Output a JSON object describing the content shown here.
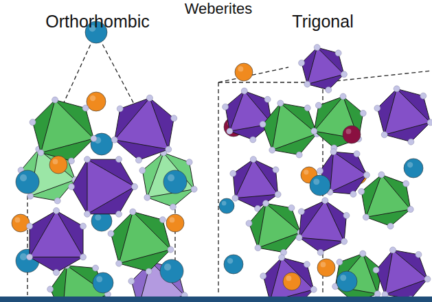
{
  "diagram": {
    "title": "Weberites",
    "labels": [
      "Orthorhombic",
      "Trigonal"
    ]
  }
}
